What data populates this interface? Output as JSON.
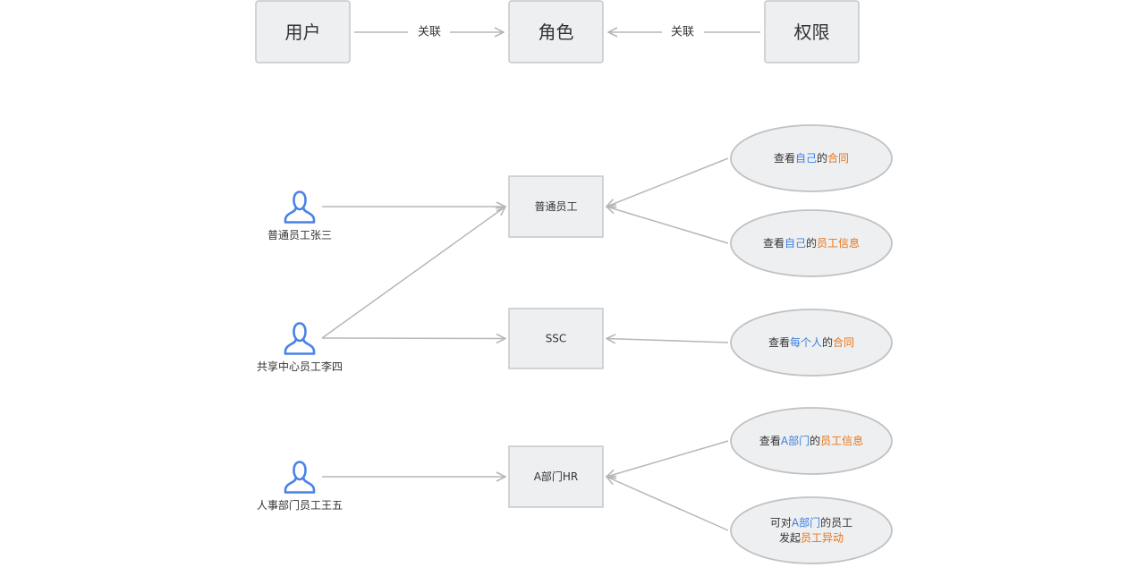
{
  "colors": {
    "box_fill": "#eeeff0",
    "box_border": "#c6c7c9",
    "ellipse_fill": "#eeeff0",
    "ellipse_border": "#c0c1c3",
    "line": "#b5b7ba",
    "text": "#333333",
    "blue": "#3d7fe0",
    "orange": "#e8751a",
    "user_icon": "#4a82e6"
  },
  "icon_name": "user-icon",
  "top_row": {
    "user": "用户",
    "role": "角色",
    "permission": "权限",
    "link_left": "关联",
    "link_right": "关联"
  },
  "users": [
    {
      "id": "zhangsan",
      "label": "普通员工张三"
    },
    {
      "id": "lisi",
      "label": "共享中心员工李四"
    },
    {
      "id": "wangwu",
      "label": "人事部门员工王五"
    }
  ],
  "roles": [
    {
      "id": "normal",
      "label": "普通员工"
    },
    {
      "id": "ssc",
      "label": "SSC"
    },
    {
      "id": "hr",
      "label": "A部门HR"
    }
  ],
  "permissions": [
    {
      "id": "p1",
      "lines": [
        [
          {
            "text": "查看",
            "style": "dark"
          },
          {
            "text": "自己",
            "style": "blue"
          },
          {
            "text": "的",
            "style": "dark"
          },
          {
            "text": "合同",
            "style": "orange"
          }
        ]
      ]
    },
    {
      "id": "p2",
      "lines": [
        [
          {
            "text": "查看",
            "style": "dark"
          },
          {
            "text": "自己",
            "style": "blue"
          },
          {
            "text": "的",
            "style": "dark"
          },
          {
            "text": "员工信息",
            "style": "orange"
          }
        ]
      ]
    },
    {
      "id": "p3",
      "lines": [
        [
          {
            "text": "查看",
            "style": "dark"
          },
          {
            "text": "每个人",
            "style": "blue"
          },
          {
            "text": "的",
            "style": "dark"
          },
          {
            "text": "合同",
            "style": "orange"
          }
        ]
      ]
    },
    {
      "id": "p4",
      "lines": [
        [
          {
            "text": "查看",
            "style": "dark"
          },
          {
            "text": "A部门",
            "style": "blue"
          },
          {
            "text": "的",
            "style": "dark"
          },
          {
            "text": "员工信息",
            "style": "orange"
          }
        ]
      ]
    },
    {
      "id": "p5",
      "lines": [
        [
          {
            "text": "可对",
            "style": "dark"
          },
          {
            "text": "A部门",
            "style": "blue"
          },
          {
            "text": "的员工",
            "style": "dark"
          }
        ],
        [
          {
            "text": "发起",
            "style": "dark"
          },
          {
            "text": "员工异动",
            "style": "orange"
          }
        ]
      ]
    }
  ],
  "user_role_links": [
    {
      "from": "zhangsan",
      "to": "normal"
    },
    {
      "from": "lisi",
      "to": "normal"
    },
    {
      "from": "lisi",
      "to": "ssc"
    },
    {
      "from": "wangwu",
      "to": "hr"
    }
  ],
  "permission_role_links": [
    {
      "from": "p1",
      "to": "normal"
    },
    {
      "from": "p2",
      "to": "normal"
    },
    {
      "from": "p3",
      "to": "ssc"
    },
    {
      "from": "p4",
      "to": "hr"
    },
    {
      "from": "p5",
      "to": "hr"
    }
  ]
}
